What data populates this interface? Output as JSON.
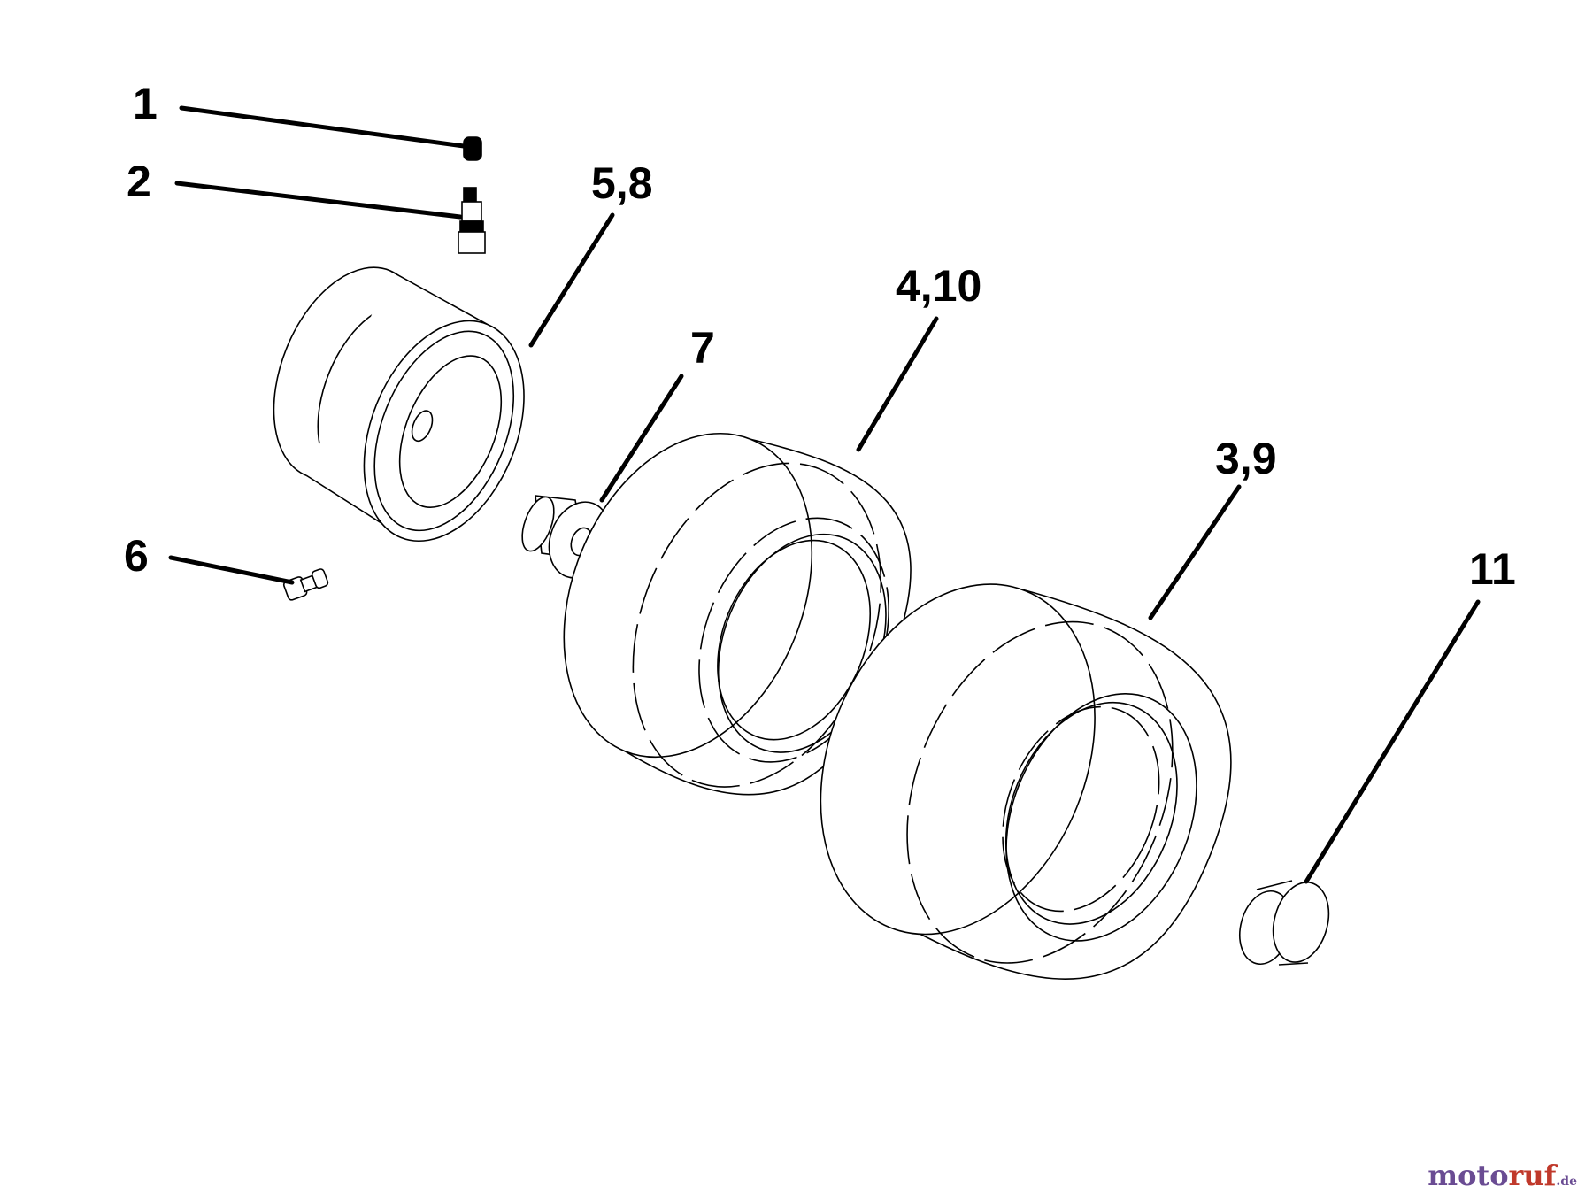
{
  "callouts": {
    "c1": "1",
    "c2": "2",
    "c58": "5,8",
    "c7": "7",
    "c410": "4,10",
    "c39": "3,9",
    "c6": "6",
    "c11": "11"
  },
  "watermark": {
    "part1": "moto",
    "part2": "ruf",
    "suffix": ".de"
  },
  "colors": {
    "line": "#000000",
    "background": "#ffffff",
    "watermark_primary": "#6a4c93",
    "watermark_accent": "#c0392b"
  }
}
